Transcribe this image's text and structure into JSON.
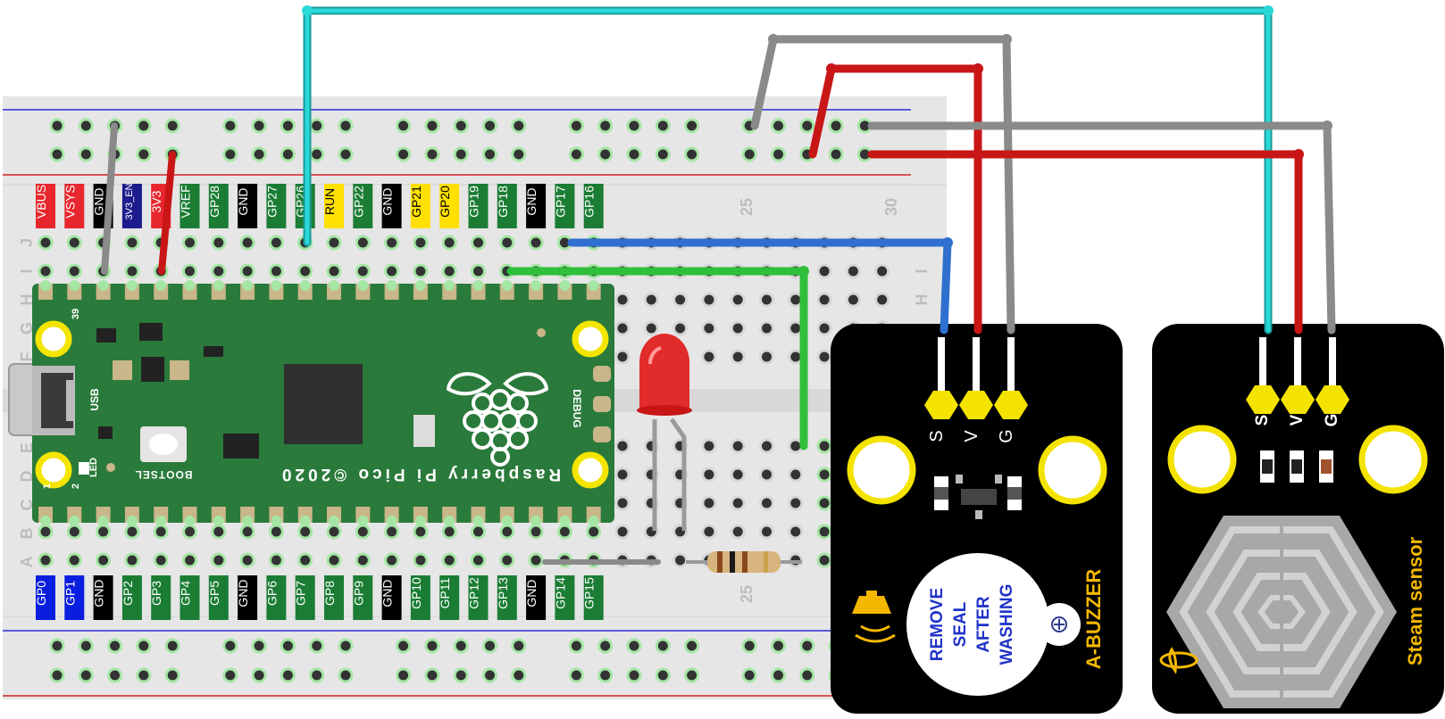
{
  "pico": {
    "top_pins": [
      "VBUS",
      "VSYS",
      "GND",
      "3V3_EN",
      "3V3",
      "VREF",
      "GP28",
      "GND",
      "GP27",
      "GP26",
      "RUN",
      "GP22",
      "GND",
      "GP21",
      "GP20",
      "GP19",
      "GP18",
      "GND",
      "GP17",
      "GP16"
    ],
    "bottom_pins": [
      "GP0",
      "GP1",
      "GND",
      "GP2",
      "GP3",
      "GP4",
      "GP5",
      "GND",
      "GP6",
      "GP7",
      "GP8",
      "GP9",
      "GND",
      "GP10",
      "GP11",
      "GP12",
      "GP13",
      "GND",
      "GP14",
      "GP15"
    ],
    "board_text": "Raspberry Pi Pico ©2020",
    "usb_label": "USB",
    "bootsel_label": "BOOTSEL",
    "led_label": "LED",
    "debug_label": "DEBUG",
    "pin_num_39": "39",
    "pin_num_1": "1",
    "pin_num_2": "2",
    "pin_colors": {
      "power": "#e8262d",
      "gnd": "#000000",
      "gpio": "#1b7d34",
      "sys": "#1c1c8c",
      "special": "#ffe000",
      "uart": "#0a1ee0"
    }
  },
  "breadboard": {
    "row_letters_top": [
      "J",
      "I",
      "H",
      "G",
      "F"
    ],
    "row_letters_bottom": [
      "E",
      "D",
      "C",
      "B",
      "A"
    ],
    "col_num_25": "25",
    "col_num_30": "30"
  },
  "buzzer": {
    "title": "A-BUZZER",
    "pin_labels": [
      "S",
      "V",
      "G"
    ],
    "seal_lines": [
      "REMOVE",
      "SEAL",
      "AFTER",
      "WASHING"
    ],
    "icon": "speaker-icon"
  },
  "steam": {
    "title": "Steam sensor",
    "pin_labels": [
      "S",
      "V",
      "G"
    ],
    "icon": "water-drop-icon"
  },
  "wire_colors": {
    "signal_cyan": "#2ac5c5",
    "signal_blue": "#2f6fd0",
    "power_red": "#c81616",
    "ground_gray": "#8a8a8a",
    "led_green": "#2fbf3a"
  }
}
